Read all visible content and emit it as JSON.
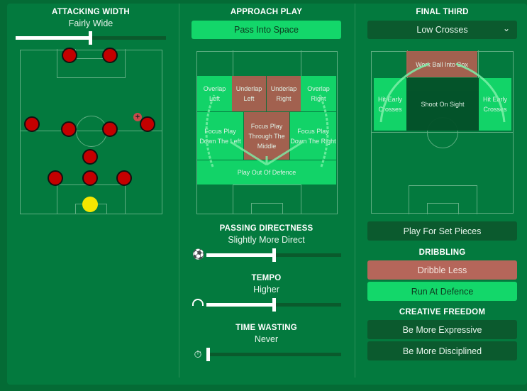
{
  "attacking_width": {
    "title": "ATTACKING WIDTH",
    "value": "Fairly Wide",
    "level": 0.5
  },
  "approach_play": {
    "title": "APPROACH PLAY",
    "selected": "Pass Into Space",
    "zones": {
      "overlap_left": "Overlap Left",
      "underlap_left": "Underlap Left",
      "underlap_right": "Underlap Right",
      "overlap_right": "Overlap Right",
      "focus_left": "Focus Play Down The Left",
      "focus_middle": "Focus Play Through The Middle",
      "focus_right": "Focus Play Down The Right",
      "play_out": "Play Out Of Defence"
    }
  },
  "passing_directness": {
    "title": "PASSING DIRECTNESS",
    "value": "Slightly More Direct",
    "level": 0.5
  },
  "tempo": {
    "title": "TEMPO",
    "value": "Higher",
    "level": 0.5
  },
  "time_wasting": {
    "title": "TIME WASTING",
    "value": "Never",
    "level": 0
  },
  "final_third": {
    "title": "FINAL THIRD",
    "dropdown": "Low Crosses",
    "zones": {
      "work_ball": "Work Ball Into Box",
      "early_left": "Hit Early Crosses",
      "shoot": "Shoot On Sight",
      "early_right": "Hit Early Crosses"
    },
    "set_pieces": "Play For Set Pieces"
  },
  "dribbling": {
    "title": "DRIBBLING",
    "options": [
      "Dribble Less",
      "Run At Defence"
    ]
  },
  "creative_freedom": {
    "title": "CREATIVE FREEDOM",
    "options": [
      "Be More Expressive",
      "Be More Disciplined"
    ]
  },
  "colors": {
    "accent": "#13d76a",
    "red": "#b5665a",
    "dark": "#0b5a2e",
    "background": "#037a3e"
  }
}
